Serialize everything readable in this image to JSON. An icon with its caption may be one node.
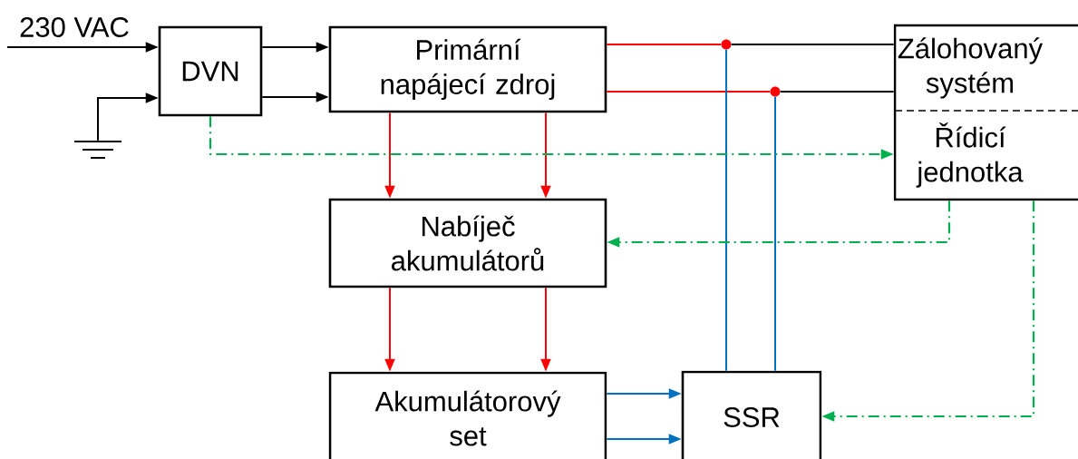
{
  "diagram": {
    "nodes": [
      {
        "text": [
          "DVN"
        ]
      },
      {
        "text": [
          "Primární napájecí zdroj"
        ]
      },
      {
        "text": [
          "Zálohovaný systém",
          "Řídicí jednotka"
        ]
      },
      {
        "text": [
          "Nabíječ akumulátorů"
        ]
      },
      {
        "text": [
          "Akumulátorový set"
        ]
      },
      {
        "text": [
          "SSR"
        ]
      },
      {
        "text": [],
        "shape": "ground"
      },
      {
        "text": [],
        "shape": "circle"
      },
      {
        "text": [],
        "shape": "circle"
      }
    ],
    "edges": [
      {
        "from": null,
        "to": 0,
        "arrow": "to",
        "label": "230 VAC"
      },
      {
        "from": 6,
        "to": 0,
        "arrow": "to"
      },
      {
        "from": 0,
        "to": 1,
        "arrow": "to"
      },
      {
        "from": 0,
        "to": 1,
        "arrow": "to"
      },
      {
        "from": 1,
        "to": 7,
        "arrow": "none",
        "color": "#ff0000"
      },
      {
        "from": 7,
        "to": 2,
        "arrow": "none"
      },
      {
        "from": 1,
        "to": 8,
        "arrow": "none",
        "color": "#ff0000"
      },
      {
        "from": 8,
        "to": 2,
        "arrow": "none"
      },
      {
        "from": 5,
        "to": 7,
        "arrow": "none",
        "color": "#0070c0"
      },
      {
        "from": 5,
        "to": 8,
        "arrow": "none",
        "color": "#0070c0"
      },
      {
        "from": 1,
        "to": 3,
        "arrow": "to",
        "color": "#ff0000"
      },
      {
        "from": 1,
        "to": 3,
        "arrow": "to",
        "color": "#ff0000"
      },
      {
        "from": 3,
        "to": 4,
        "arrow": "to",
        "color": "#ff0000"
      },
      {
        "from": 3,
        "to": 4,
        "arrow": "to",
        "color": "#ff0000"
      },
      {
        "from": 4,
        "to": 5,
        "arrow": "to",
        "color": "#0070c0"
      },
      {
        "from": 4,
        "to": 5,
        "arrow": "to",
        "color": "#0070c0"
      },
      {
        "from": 0,
        "to": 2,
        "arrow": "to",
        "color": "#00b050",
        "style": "dashed"
      },
      {
        "from": 2,
        "to": 3,
        "arrow": "to",
        "color": "#00b050",
        "style": "dashed"
      },
      {
        "from": 2,
        "to": 5,
        "arrow": "to",
        "color": "#00b050",
        "style": "dashed"
      }
    ]
  }
}
